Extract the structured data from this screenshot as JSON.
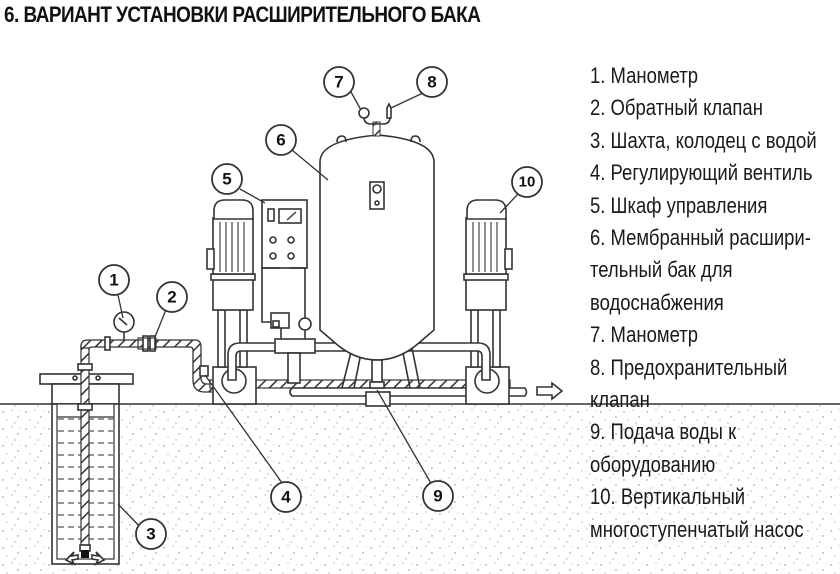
{
  "title": "6. ВАРИАНТ УСТАНОВКИ РАСШИРИТЕЛЬНОГО БАКА",
  "legend": [
    "1. Манометр",
    "2. Обратный клапан",
    "3. Шахта, колодец с водой",
    "4. Регулирующий вентиль",
    "5. Шкаф управления",
    "6. Мембранный расшири-",
    "тельный бак для",
    "водоснабжения",
    "7. Манометр",
    "8. Предохранительный",
    "клапан",
    "9. Подача воды к",
    "оборудованию",
    "10. Вертикальный",
    "многоступенчатый насос"
  ],
  "callouts": [
    "1",
    "2",
    "3",
    "4",
    "5",
    "6",
    "7",
    "8",
    "9",
    "10"
  ],
  "colors": {
    "line": "#333333",
    "ground": "#f4f4f4",
    "water_dash": "#555555"
  }
}
